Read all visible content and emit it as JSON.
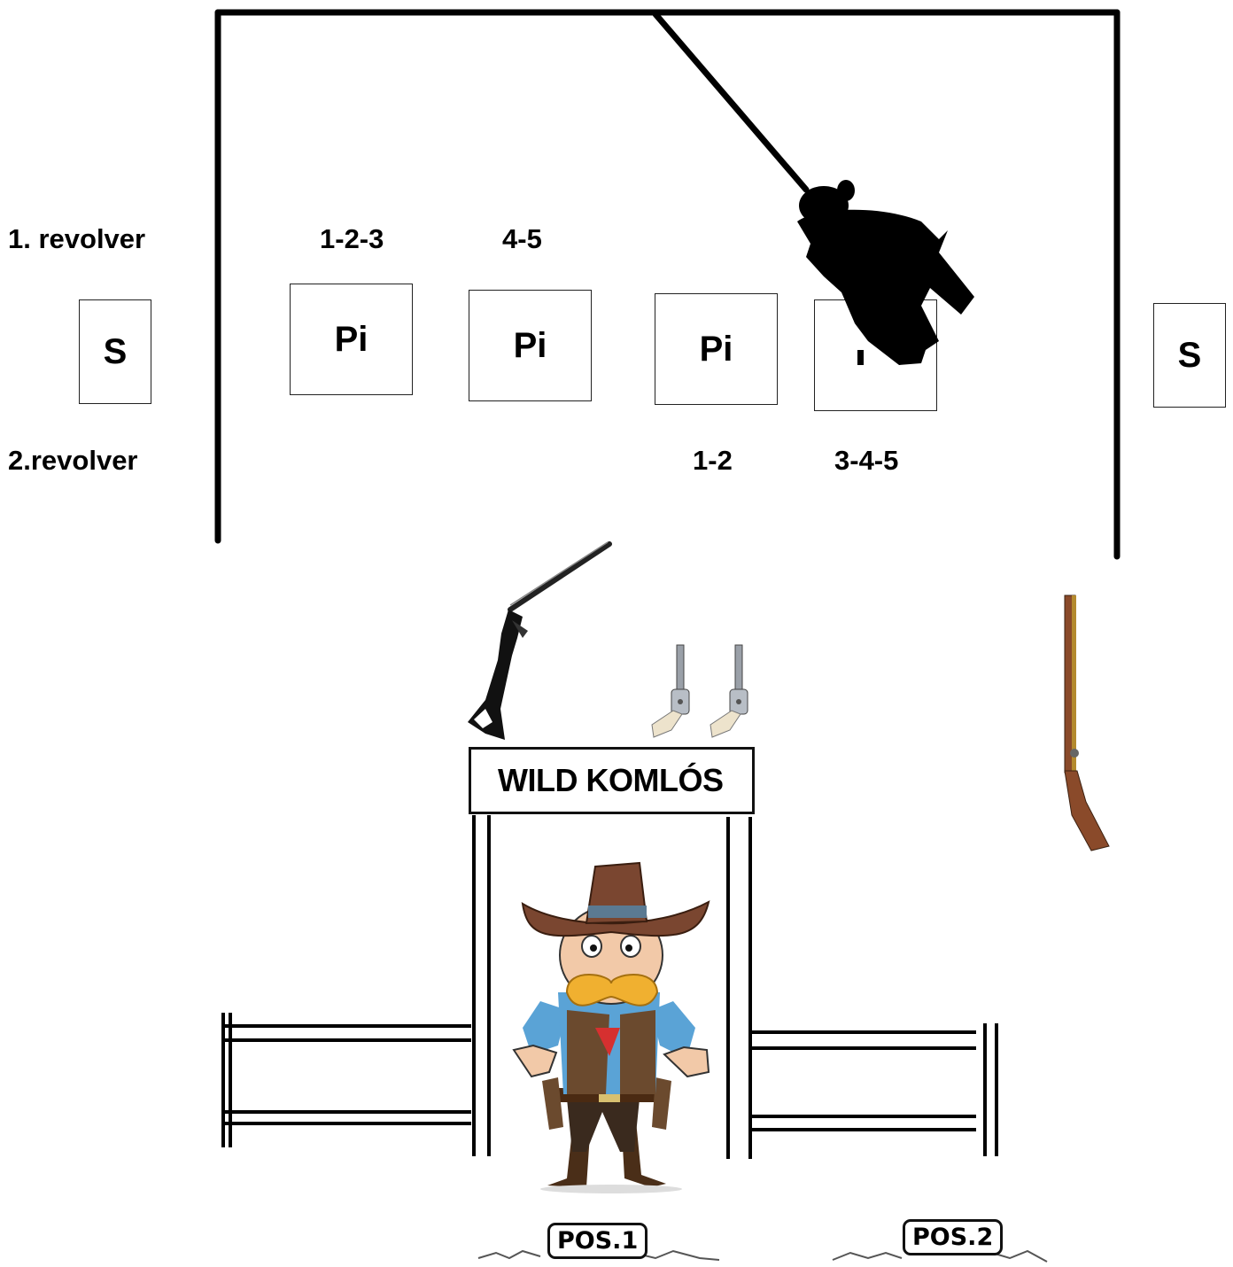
{
  "labels": {
    "revolver1": "1. revolver",
    "revolver2": "2.revolver",
    "seq_1_2_3": "1-2-3",
    "seq_4_5": "4-5",
    "seq_1_2": "1-2",
    "seq_3_4_5": "3-4-5"
  },
  "targets": {
    "pistol_label": "Pi",
    "steel_label": "S"
  },
  "sign": {
    "title": "WILD KOMLÓS"
  },
  "positions": {
    "pos1": "POS.1",
    "pos2": "POS.2"
  },
  "icons": [
    "swinging-bandit-icon",
    "shotgun-icon",
    "revolver-icon",
    "rifle-icon",
    "cowboy-icon",
    "fence-icon"
  ],
  "colors": {
    "ink": "#000000",
    "hat": "#7a4630",
    "shirt": "#5aa3d6",
    "mustache": "#f0b030",
    "vest": "#6b4a2e",
    "rifle_wood": "#8a4a2a"
  }
}
